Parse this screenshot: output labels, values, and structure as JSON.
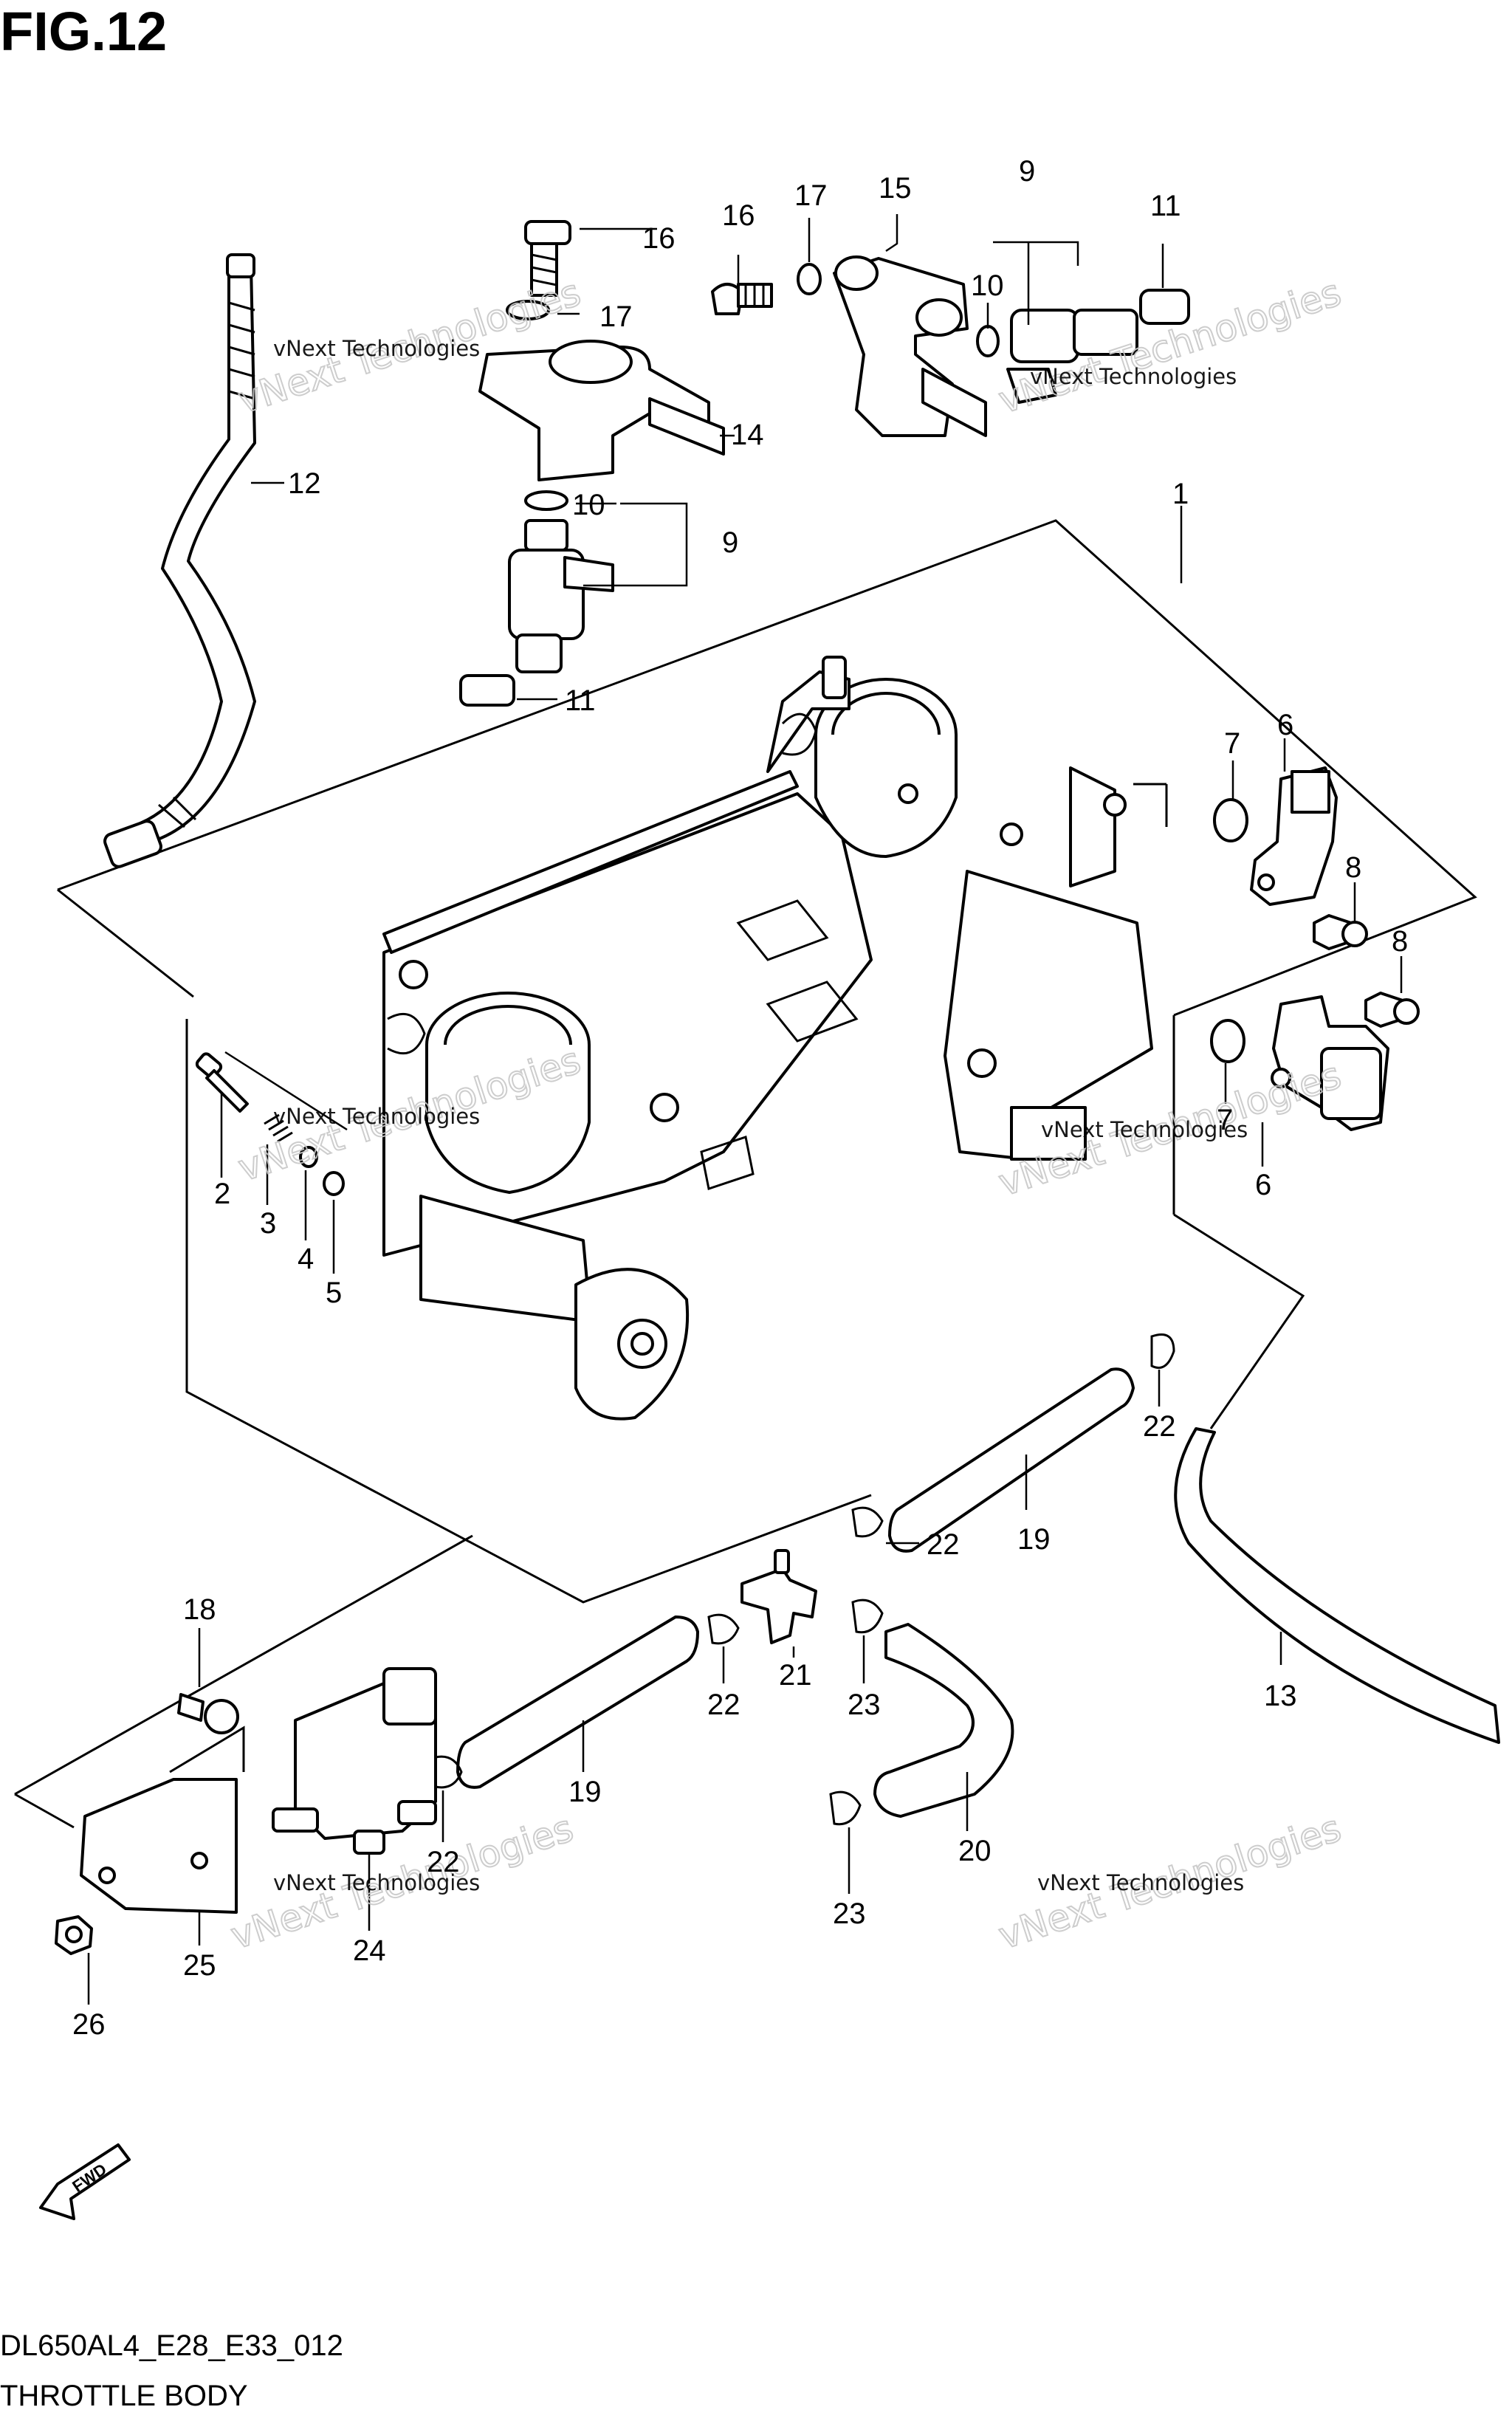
{
  "figure": {
    "title": "FIG.12",
    "code": "DL650AL4_E28_E33_012",
    "caption": "THROTTLE BODY",
    "fwd_label": "FWD"
  },
  "watermark": {
    "small": "vNext Technologies",
    "large": "vNext Technologies"
  },
  "callouts": {
    "c1": "1",
    "c2": "2",
    "c3": "3",
    "c4": "4",
    "c5": "5",
    "c6a": "6",
    "c6b": "6",
    "c7a": "7",
    "c7b": "7",
    "c8a": "8",
    "c8b": "8",
    "c9a": "9",
    "c9b": "9",
    "c10a": "10",
    "c10b": "10",
    "c11a": "11",
    "c11b": "11",
    "c12": "12",
    "c13": "13",
    "c14": "14",
    "c15": "15",
    "c16a": "16",
    "c16b": "16",
    "c17a": "17",
    "c17b": "17",
    "c18": "18",
    "c19a": "19",
    "c19b": "19",
    "c20": "20",
    "c21": "21",
    "c22a": "22",
    "c22b": "22",
    "c22c": "22",
    "c22d": "22",
    "c23a": "23",
    "c23b": "23",
    "c24": "24",
    "c25": "25",
    "c26": "26"
  }
}
